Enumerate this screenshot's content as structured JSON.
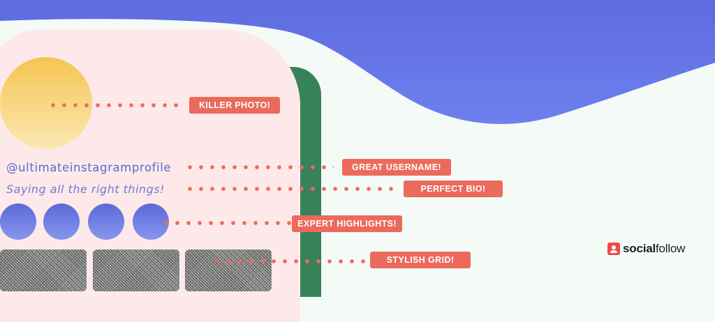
{
  "profile": {
    "username": "@ultimateinstagramprofile",
    "bio": "Saying all the right things!"
  },
  "callouts": {
    "photo": "KILLER PHOTO!",
    "username": "GREAT USERNAME!",
    "bio": "PERFECT BIO!",
    "highlights": "EXPERT HIGHLIGHTS!",
    "grid": "STYLISH GRID!"
  },
  "brand": {
    "name_bold": "social",
    "name_regular": "follow",
    "icon": "speech-bubble-user-icon"
  },
  "colors": {
    "wave": "#6475e0",
    "card": "#fdeaea",
    "accent_green": "#38825a",
    "callout": "#ec6a5c",
    "avatar": "#f5c452",
    "highlight": "#6472dc"
  }
}
